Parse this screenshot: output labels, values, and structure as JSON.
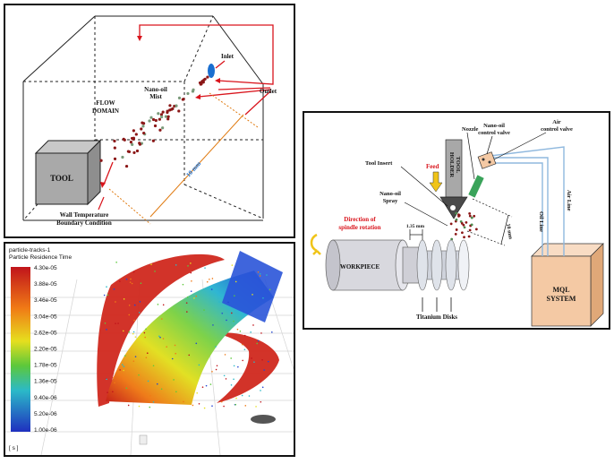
{
  "flow_panel": {
    "flow_domain_line1": "FLOW",
    "flow_domain_line2": "DOMAIN",
    "tool": "TOOL",
    "inlet": "Inlet",
    "outlet": "Outlet",
    "mist_line1": "Nano-oil",
    "mist_line2": "Mist",
    "dimension": "10 mm",
    "wall_line1": "Wall Temperature",
    "wall_line2": "Boundary Condition",
    "colors": {
      "arrow": "#d9141c",
      "dimension": "#e07b12",
      "dim_text": "#1a6fd0",
      "inlet": "#1a6fd0"
    }
  },
  "cfd_panel": {
    "title_line1": "particle-tracks-1",
    "title_line2": "Particle Residence Time",
    "unit": "[ s ]",
    "colorbar_labels": [
      "4.30e-05",
      "3.88e-05",
      "3.46e-05",
      "3.04e-05",
      "2.62e-05",
      "2.20e-05",
      "1.78e-05",
      "1.36e-05",
      "9.40e-06",
      "5.20e-06",
      "1.00e-06"
    ]
  },
  "setup_panel": {
    "nozzle": "Nozzle",
    "nano_oil_valve_line1": "Nano-oil",
    "nano_oil_valve_line2": "control valve",
    "air_valve_line1": "Air",
    "air_valve_line2": "control valve",
    "tool_insert": "Tool Insert",
    "feed": "Feed",
    "tool_holder_line1": "TOOL",
    "tool_holder_line2": "HOLDER",
    "spray_line1": "Nano-oil",
    "spray_line2": "Spray",
    "rotation_line1": "Direction of",
    "rotation_line2": "spindle rotation",
    "gap": "1.35 mm",
    "standoff": "10 mm",
    "oil_line": "Oil Line",
    "air_line": "Air Line",
    "workpiece": "WORKPIECE",
    "disks": "Titanium Disks",
    "mql_line1": "MQL",
    "mql_line2": "SYSTEM",
    "colors": {
      "red_text": "#d9141c",
      "feed_arrow": "#f0c419",
      "lines": "#8fb8de",
      "mql_box": "#f4c9a4"
    }
  }
}
